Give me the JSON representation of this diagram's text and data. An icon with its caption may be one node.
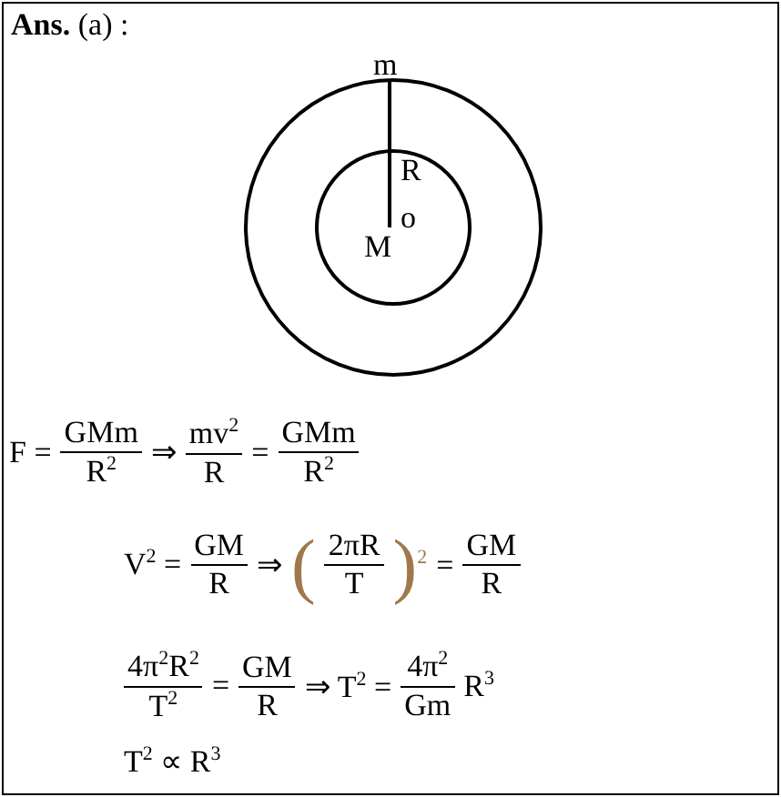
{
  "diagram": {
    "title": "**Ans.** (a) :",
    "labels": [
      "m",
      "R",
      "o",
      "M",
      "F =",
      "GMm",
      "R$^{2}$",
      "⇒",
      "mv$^{2}$",
      "R",
      "=",
      "GMm",
      "R$^{2}$",
      "V$^{2}$ =",
      "GM",
      "R",
      "⇒",
      "(",
      "2πR",
      "T",
      ")$^{2}$",
      "=",
      "GM",
      "R",
      "4π$^{2}$R$^{2}$",
      "T$^{2}$",
      "=",
      "GM",
      "R",
      "⇒ T$^{2}$ =",
      "4π$^{2}$",
      "Gm",
      "R$^{3}$",
      "T$^{2}$ ∝ R$^{3}$"
    ]
  }
}
